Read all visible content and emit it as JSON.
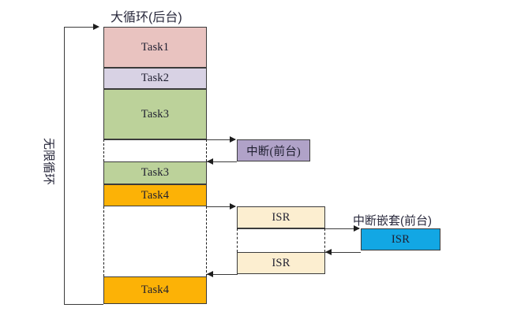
{
  "diagram": {
    "title_top": "大循环(后台)",
    "loop_label": "无限循环",
    "interrupt_label": "中断(前台)",
    "nested_interrupt_label": "中断嵌套(前台)",
    "tasks": [
      {
        "name": "task1-block",
        "label": "Task1",
        "color": "#e9c3c0"
      },
      {
        "name": "task2-block",
        "label": "Task2",
        "color": "#d8d2e4"
      },
      {
        "name": "task3-block-upper",
        "label": "Task3",
        "color": "#bcd29a"
      },
      {
        "name": "task3-block-lower",
        "label": "Task3",
        "color": "#bcd29a"
      },
      {
        "name": "task4-block-upper",
        "label": "Task4",
        "color": "#fcb206"
      },
      {
        "name": "task4-block-lower",
        "label": "Task4",
        "color": "#fcb206"
      }
    ],
    "isr": [
      {
        "name": "isr-block-upper",
        "label": "ISR",
        "color": "#fceed0"
      },
      {
        "name": "isr-block-lower",
        "label": "ISR",
        "color": "#fceed0"
      },
      {
        "name": "isr-block-nested",
        "label": "ISR",
        "color": "#12a7e4"
      }
    ],
    "interrupt_box": {
      "label": "中断(前台)",
      "color": "#b0a2c8"
    },
    "colors": {
      "line": "#3b3b3b",
      "dash": "#1d1d1d",
      "text": "#2a2a3d",
      "background": "#ffffff"
    }
  }
}
